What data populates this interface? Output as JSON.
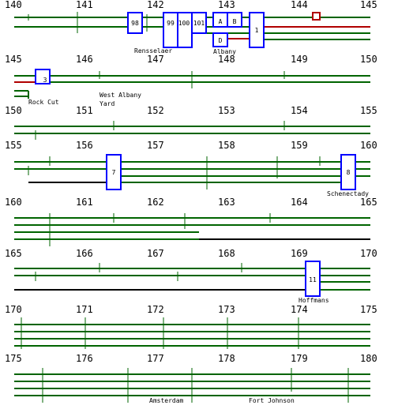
{
  "colors": {
    "track": "#006400",
    "alt_track": "#000000",
    "signal": "#b00000",
    "block_border": "#0000ff"
  },
  "sections": [
    {
      "milepost_labels": [
        "140",
        "141",
        "142",
        "143",
        "144",
        "145"
      ],
      "block_labels": [
        "98",
        "99",
        "100",
        "101",
        "A",
        "B",
        "D",
        "1"
      ],
      "station_labels": [
        "Rensselaer",
        "Albany"
      ]
    },
    {
      "milepost_labels": [
        "145",
        "146",
        "147",
        "148",
        "149",
        "150"
      ],
      "block_labels": [
        "3"
      ],
      "station_labels": [
        "Rock Cut",
        "West Albany",
        "Yard"
      ]
    },
    {
      "milepost_labels": [
        "150",
        "151",
        "152",
        "153",
        "154",
        "155"
      ],
      "block_labels": [],
      "station_labels": []
    },
    {
      "milepost_labels": [
        "155",
        "156",
        "157",
        "158",
        "159",
        "160"
      ],
      "block_labels": [
        "7",
        "8"
      ],
      "station_labels": [
        "Schenectady"
      ]
    },
    {
      "milepost_labels": [
        "160",
        "161",
        "162",
        "163",
        "164",
        "165"
      ],
      "block_labels": [],
      "station_labels": []
    },
    {
      "milepost_labels": [
        "165",
        "166",
        "167",
        "168",
        "169",
        "170"
      ],
      "block_labels": [
        "11"
      ],
      "station_labels": [
        "Hoffmans"
      ]
    },
    {
      "milepost_labels": [
        "170",
        "171",
        "172",
        "173",
        "174",
        "175"
      ],
      "block_labels": [],
      "station_labels": []
    },
    {
      "milepost_labels": [
        "175",
        "176",
        "177",
        "178",
        "179",
        "180"
      ],
      "block_labels": [],
      "station_labels": [
        "Amsterdam",
        "Fort Johnson"
      ]
    }
  ]
}
